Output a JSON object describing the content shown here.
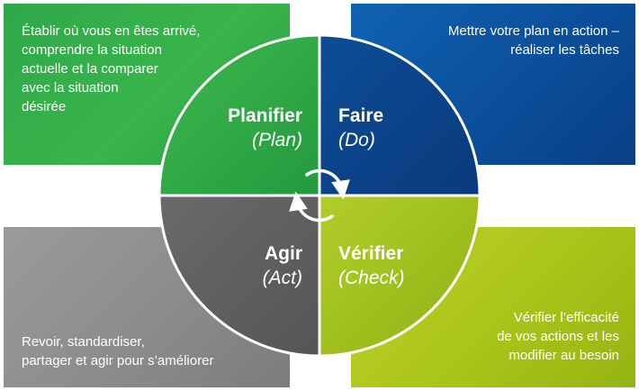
{
  "quadrants": {
    "plan": {
      "title": "Planifier",
      "subtitle": "(Plan)",
      "description_lines": [
        "Établir où vous en êtes arrivé,",
        "comprendre la situation",
        "actuelle et la comparer",
        "avec la situation",
        "désirée"
      ],
      "color": "#39b54a"
    },
    "do": {
      "title": "Faire",
      "subtitle": "(Do)",
      "description_lines": [
        "Mettre votre plan en action –",
        "réaliser les tâches"
      ],
      "color": "#0b4d99"
    },
    "act": {
      "title": "Agir",
      "subtitle": "(Act)",
      "description_lines": [
        "Revoir, standardiser,",
        "partager et agir pour s’améliorer"
      ],
      "color": "#5e5e5e"
    },
    "check": {
      "title": "Vérifier",
      "subtitle": "(Check)",
      "description_lines": [
        "Vérifier l’efficacité",
        "de vos actions et les",
        "modifier au besoin"
      ],
      "color": "#9fc11a"
    }
  },
  "center_icon": "cycle-arrows-icon"
}
